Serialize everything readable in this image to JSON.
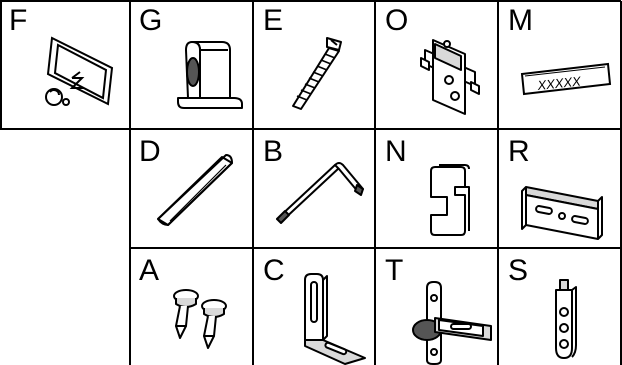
{
  "parts": [
    {
      "letter": "F",
      "icon": "mirror-panel-with-fastener-icon"
    },
    {
      "letter": "G",
      "icon": "shelf-support-clip-icon"
    },
    {
      "letter": "E",
      "icon": "screw-icon"
    },
    {
      "letter": "O",
      "icon": "cabinet-hinge-plate-icon"
    },
    {
      "letter": "M",
      "icon": "label-plate-icon",
      "label_text": "XXXXX"
    },
    {
      "letter": "D",
      "icon": "wooden-dowel-icon"
    },
    {
      "letter": "B",
      "icon": "allen-key-icon"
    },
    {
      "letter": "N",
      "icon": "bent-clip-bracket-icon"
    },
    {
      "letter": "R",
      "icon": "hanging-rail-icon"
    },
    {
      "letter": "A",
      "icon": "nail-screws-icon"
    },
    {
      "letter": "C",
      "icon": "angle-bracket-icon"
    },
    {
      "letter": "T",
      "icon": "concealed-hinge-icon"
    },
    {
      "letter": "S",
      "icon": "hanging-strap-icon"
    }
  ],
  "colors": {
    "line": "#000000",
    "fill_light": "#ffffff",
    "fill_grey": "#d9d9d9",
    "fill_dark": "#555555"
  }
}
